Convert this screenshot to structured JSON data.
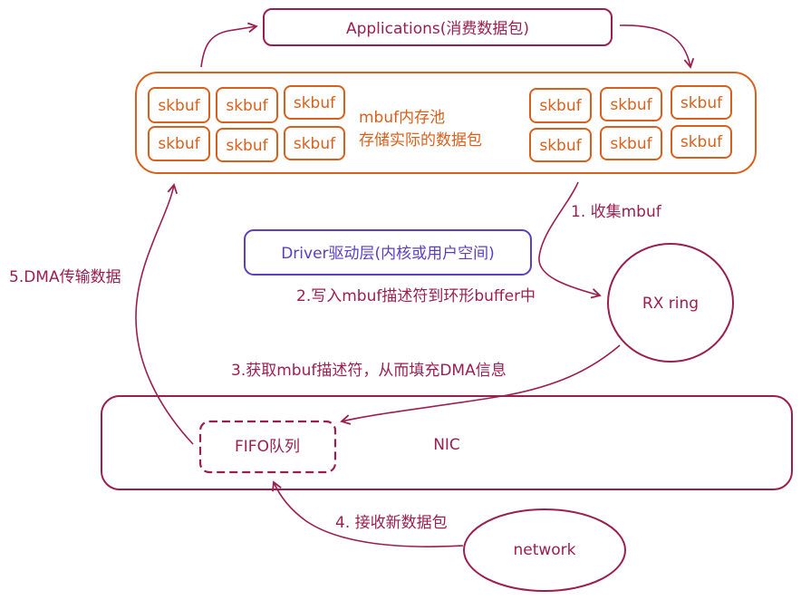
{
  "colors": {
    "maroon": "#9b1f4e",
    "orange": "#d9601c",
    "purple": "#5a3fc0"
  },
  "applications": {
    "label": "Applications(消费数据包)"
  },
  "mempool": {
    "skbuf_label": "skbuf",
    "caption_line1": "mbuf内存池",
    "caption_line2": "存储实际的数据包"
  },
  "driver": {
    "label": "Driver驱动层(内核或用户空间)"
  },
  "rx_ring": {
    "label": "RX ring"
  },
  "nic": {
    "label": "NIC"
  },
  "fifo": {
    "label": "FIFO队列"
  },
  "network": {
    "label": "network"
  },
  "steps": {
    "step1": "1. 收集mbuf",
    "step2": "2.写入mbuf描述符到环形buffer中",
    "step3": "3.获取mbuf描述符，从而填充DMA信息",
    "step4": "4. 接收新数据包",
    "step5": "5.DMA传输数据"
  }
}
